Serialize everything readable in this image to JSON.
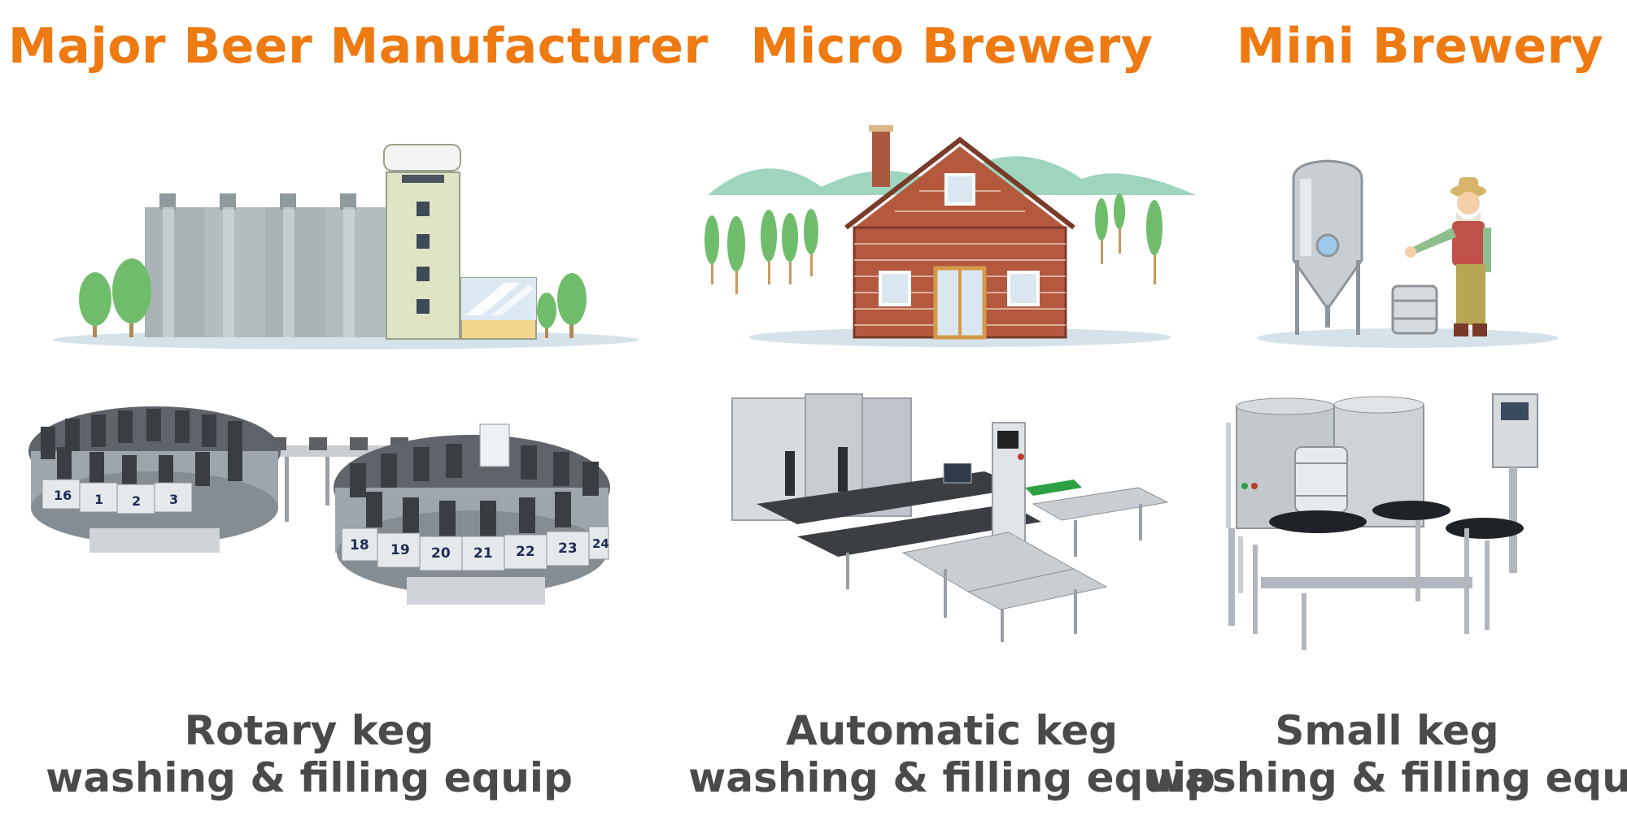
{
  "columns": [
    {
      "heading": "Major Beer Manufacturer",
      "caption_line1": "Rotary keg",
      "caption_line2": "washing & filling equip",
      "station_numbers": [
        "16",
        "1",
        "2",
        "3",
        "18",
        "19",
        "20",
        "21",
        "22",
        "23",
        "24"
      ]
    },
    {
      "heading": "Micro Brewery",
      "caption_line1": "Automatic keg",
      "caption_line2": "washing & filling equip"
    },
    {
      "heading": "Mini Brewery",
      "caption_line1": "Small keg",
      "caption_line2": "washing & filling equip"
    }
  ],
  "colors": {
    "heading": "#ee7a12",
    "caption": "#4a4a4a",
    "steel": "#b9c0c4",
    "brick": "#b4583e",
    "tree": "#6fbd6b",
    "hill": "#9fd4bd"
  }
}
